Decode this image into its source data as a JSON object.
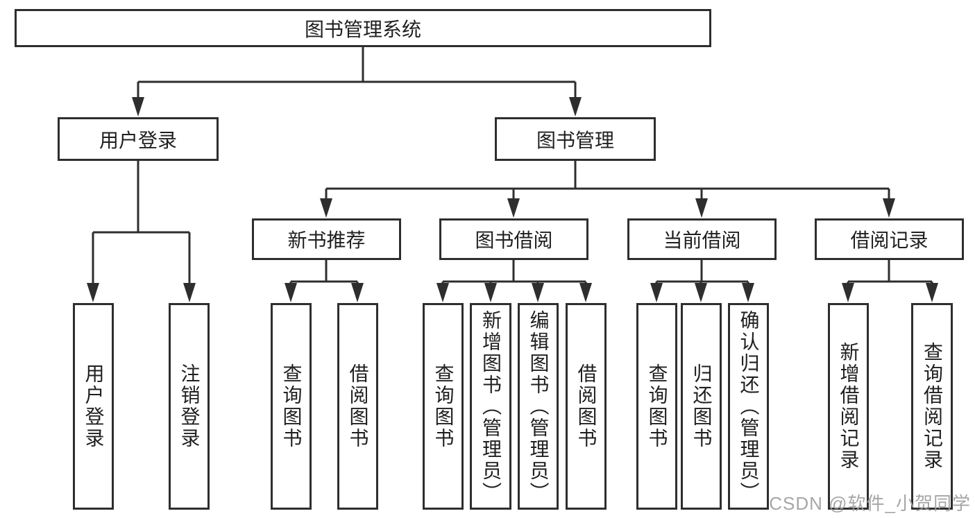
{
  "diagram": {
    "root": {
      "label": "图书管理系统"
    },
    "branches": {
      "user_login": {
        "label": "用户登录",
        "children": [
          {
            "label": "用户登录"
          },
          {
            "label": "注销登录"
          }
        ]
      },
      "book_management": {
        "label": "图书管理",
        "children": [
          {
            "label": "新书推荐",
            "children": [
              {
                "label": "查询图书"
              },
              {
                "label": "借阅图书"
              }
            ]
          },
          {
            "label": "图书借阅",
            "children": [
              {
                "label": "查询图书"
              },
              {
                "label": "新增图书（管理员）"
              },
              {
                "label": "编辑图书（管理员）"
              },
              {
                "label": "借阅图书"
              }
            ]
          },
          {
            "label": "当前借阅",
            "children": [
              {
                "label": "查询图书"
              },
              {
                "label": "归还图书"
              },
              {
                "label": "确认归还（管理员）"
              }
            ]
          },
          {
            "label": "借阅记录",
            "children": [
              {
                "label": "新增借阅记录"
              },
              {
                "label": "查询借阅记录"
              }
            ]
          }
        ]
      }
    }
  },
  "watermark": "CSDN @软件_小贺同学",
  "colors": {
    "line": "#2e2e2e",
    "border": "#2e2e2e",
    "text": "#1f1f1f",
    "background": "#ffffff",
    "watermark": "#9e9e9e"
  }
}
